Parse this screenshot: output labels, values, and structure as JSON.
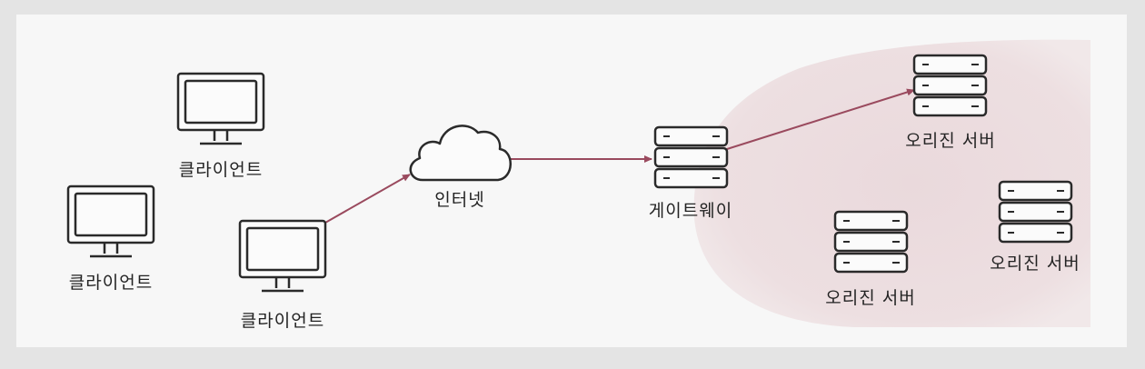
{
  "diagram": {
    "clients": [
      {
        "label": "클라이언트"
      },
      {
        "label": "클라이언트"
      },
      {
        "label": "클라이언트"
      }
    ],
    "internet": {
      "label": "인터넷"
    },
    "gateway": {
      "label": "게이트웨이"
    },
    "origin_servers": [
      {
        "label": "오리진 서버"
      },
      {
        "label": "오리진 서버"
      },
      {
        "label": "오리진 서버"
      }
    ],
    "colors": {
      "arrow": "#9a4a5e",
      "region": "#ead9dc",
      "stroke": "#2a2a2a"
    }
  }
}
